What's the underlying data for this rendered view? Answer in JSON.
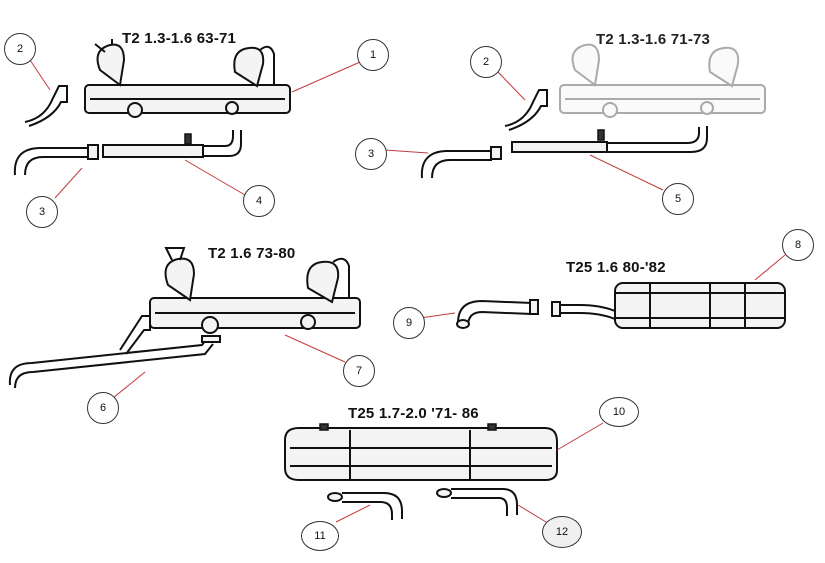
{
  "groups": [
    {
      "title": "T2 1.3-1.6 63-71"
    },
    {
      "title": "T2 1.3-1.6  71-73"
    },
    {
      "title": "T2 1.6 73-80"
    },
    {
      "title": "T25 1.6 80-'82"
    },
    {
      "title": "T25  1.7-2.0 '71- 86"
    }
  ],
  "callouts": [
    "1",
    "2",
    "3",
    "4",
    "2",
    "3",
    "5",
    "6",
    "7",
    "8",
    "9",
    "10",
    "11",
    "12"
  ],
  "colors": {
    "line": "#111111",
    "faded": "#aaaaaa",
    "leader": "#c23b3b"
  }
}
